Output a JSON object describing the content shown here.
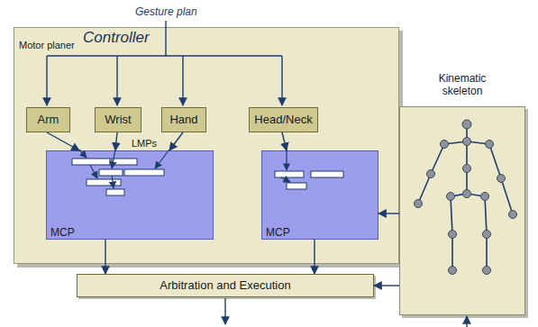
{
  "diagram": {
    "nodes": [
      {
        "text": [
          "Controller",
          "Motor planer"
        ]
      },
      {
        "text": [
          "Arm"
        ],
        "in": 0
      },
      {
        "text": [
          "Wrist"
        ],
        "in": 0
      },
      {
        "text": [
          "Hand"
        ],
        "in": 0
      },
      {
        "text": [
          "Head/Neck"
        ],
        "in": 0
      },
      {
        "text": [
          "MCP"
        ],
        "in": 0
      },
      {
        "text": [
          "MCP"
        ],
        "in": 0
      },
      {
        "text": [
          "Arbitration and Execution"
        ]
      },
      {
        "text": [
          "Kinematic skeleton"
        ]
      }
    ],
    "edges": [
      {
        "from": 1,
        "to": 5,
        "arrow": "to"
      },
      {
        "from": 2,
        "to": 5,
        "arrow": "to"
      },
      {
        "from": 3,
        "to": 5,
        "arrow": "to"
      },
      {
        "from": 4,
        "to": 6,
        "arrow": "to"
      },
      {
        "from": 5,
        "to": 7,
        "arrow": "to"
      },
      {
        "from": 6,
        "to": 7,
        "arrow": "to"
      },
      {
        "from": 8,
        "to": 6,
        "arrow": "to"
      },
      {
        "from": 8,
        "to": 7,
        "arrow": "to"
      }
    ],
    "labels": [
      "Gesture plan",
      "LMPs"
    ]
  }
}
